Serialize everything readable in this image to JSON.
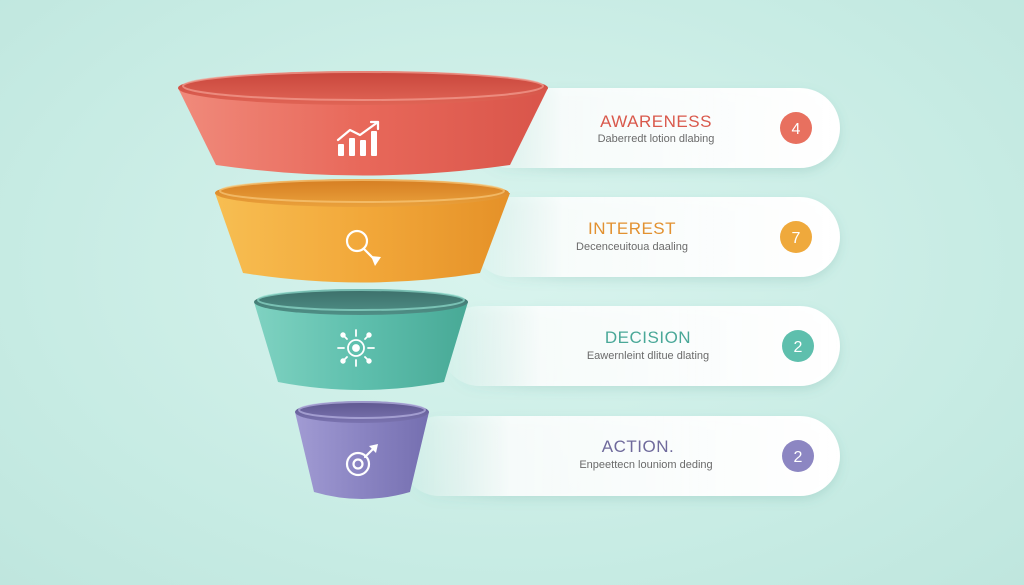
{
  "stages": [
    {
      "title": "AWARENESS",
      "description": "Daberredt lotion dlabing",
      "badge": "4",
      "color": "#e8705f",
      "icon": "bar-chart-growth-icon"
    },
    {
      "title": "INTEREST",
      "description": "Decenceuitoua daaling",
      "badge": "7",
      "color": "#efa93c",
      "icon": "magnifier-icon"
    },
    {
      "title": "DECISION",
      "description": "Eawernleint dlitue dlating",
      "badge": "2",
      "color": "#5ebfad",
      "icon": "sun-gear-icon"
    },
    {
      "title": "ACTION.",
      "description": "Enpeettecn louniom deding",
      "badge": "2",
      "color": "#8c86c2",
      "icon": "target-arrow-icon"
    }
  ]
}
